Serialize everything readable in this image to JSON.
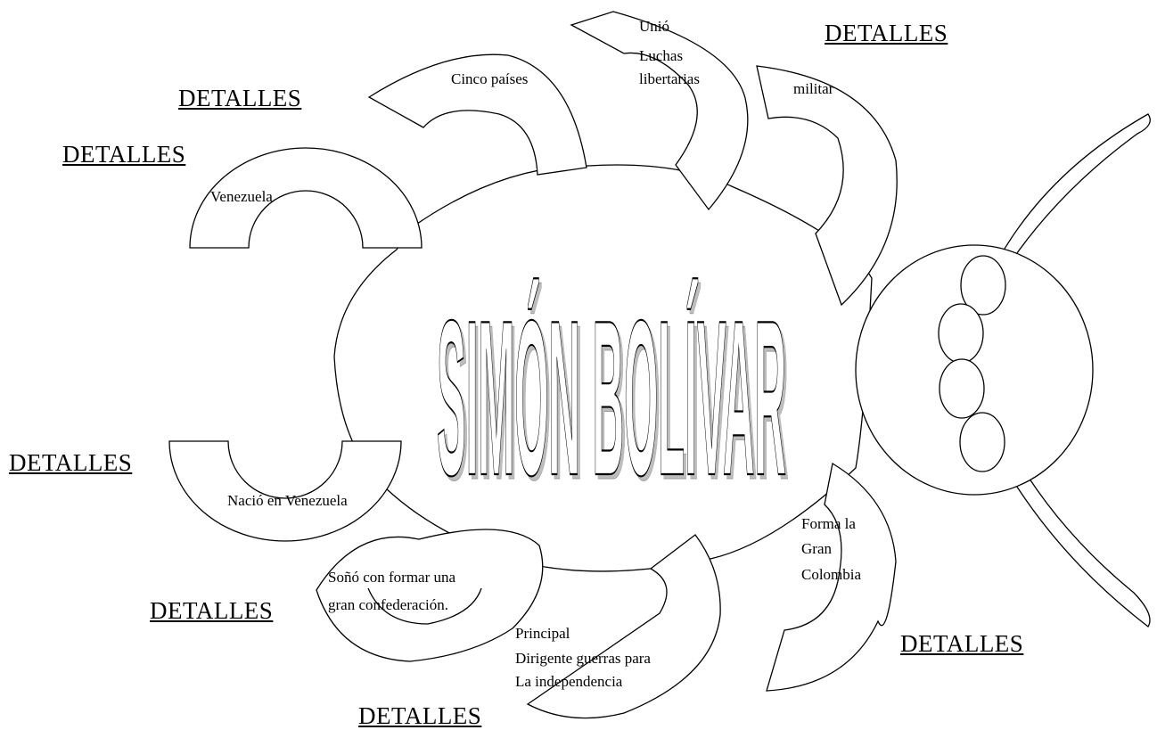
{
  "title": "SIMÓN BOLÍVAR",
  "detail_label": "DETALLES",
  "nodes": {
    "venezuela": "Venezuela",
    "cinco_paises": "Cinco países",
    "union": [
      "Unió",
      "Luchas",
      "libertarias"
    ],
    "militar": "militar",
    "nacio": "Nació en Venezuela",
    "sono": [
      "Soñó con formar una",
      "gran confederación."
    ],
    "principal": [
      "Principal",
      "Dirigente guerras para",
      "La independencia"
    ],
    "gran_colombia": [
      "Forma la",
      "Gran",
      "Colombia"
    ]
  }
}
